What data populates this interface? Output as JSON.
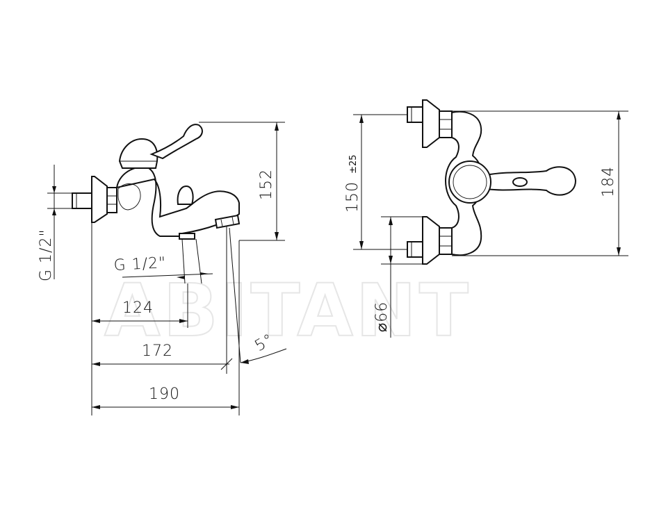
{
  "watermark": "ABITANT",
  "side_view": {
    "dims": {
      "thread_inlet": "G 1/2\"",
      "thread_outlet": "G 1/2\"",
      "height": "152",
      "length_outlet": "124",
      "length_spout": "172",
      "length_total": "190",
      "angle": "5°"
    }
  },
  "front_view": {
    "dims": {
      "centers": "150",
      "centers_tol": "±25",
      "height": "184",
      "flange_diameter": "⌀66"
    }
  }
}
